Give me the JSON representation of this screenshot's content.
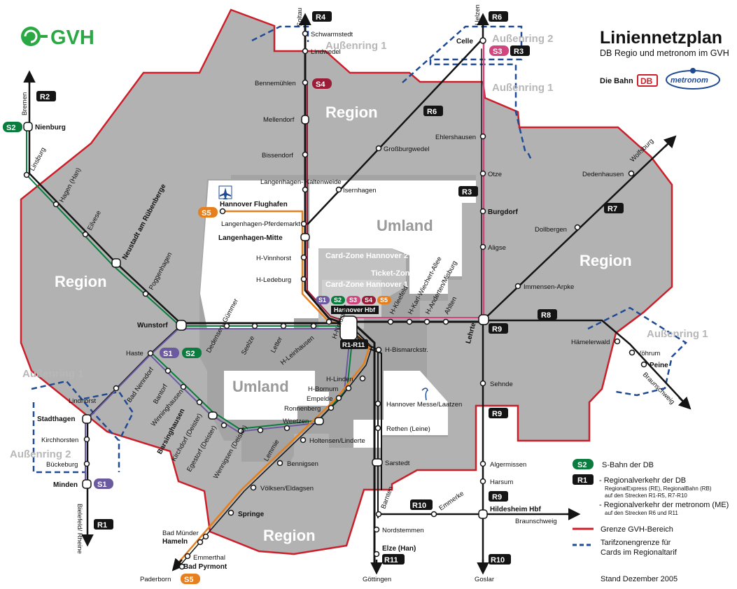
{
  "header": {
    "logo": "GVH",
    "title": "Liniennetzplan",
    "subtitle": "DB Regio und metronom im GVH",
    "partner_db": "Die Bahn",
    "db_logo": "DB",
    "metronom_logo": "metronom"
  },
  "zones": {
    "region_1": "Region",
    "region_2": "Region",
    "region_3": "Region",
    "region_4": "Region",
    "umland_1": "Umland",
    "umland_2": "Umland",
    "card_zone_2": "Card-Zone\nHannover 2",
    "ticket_zone": "Ticket-Zone\nHannover",
    "card_zone_1": "Card-Zone\nHannover 1",
    "aussenring_1": "Außenring 1",
    "aussenring_2": "Außenring 2"
  },
  "colors": {
    "region": "#b2b2b2",
    "umland": "#a6a6a6",
    "card_zone": "#c0c0c0",
    "gvh_border": "#cc1f2a",
    "tarif_border": "#1f4a94",
    "s1": "#6c5aa1",
    "s2": "#0a7c3e",
    "s3": "#d2467f",
    "s4": "#9b1c37",
    "s5": "#e6801e",
    "r_line": "#141414",
    "gvh_green": "#2aa843"
  },
  "lines": {
    "S1": "S1",
    "S2": "S2",
    "S3": "S3",
    "S4": "S4",
    "S5": "S5",
    "R1": "R1",
    "R2": "R2",
    "R3": "R3",
    "R4": "R4",
    "R6": "R6",
    "R7": "R7",
    "R8": "R8",
    "R9": "R9",
    "R10": "R10",
    "R11": "R11",
    "R1_R11": "R1-R11"
  },
  "directions": {
    "soltau": "Soltau",
    "uelzen": "Uelzen",
    "bremen": "Bremen",
    "wolfsburg": "Wolfsburg",
    "braunschweig_ne": "Braunschweig",
    "braunschweig_s": "Braunschweig",
    "bielefeld": "Bielefeld/ Rheine",
    "paderborn": "Paderborn",
    "goettingen": "Göttingen",
    "goslar": "Goslar"
  },
  "stations": {
    "schwarmstedt": "Schwarmstedt",
    "lindwedel": "Lindwedel",
    "bennemuehlen": "Bennemühlen",
    "mellendorf": "Mellendorf",
    "bissendorf": "Bissendorf",
    "kaltenweide": "Langenhagen-\nKaltenweide",
    "flughafen": "Hannover Flughafen",
    "pferdemarkt": "Langenhagen-Pferdemarkt",
    "langenhagen_mitte": "Langenhagen-Mitte",
    "vinnhorst": "H-Vinnhorst",
    "ledeburg": "H-Ledeburg",
    "isernhagen": "Isernhagen",
    "grossburgwedel": "Großburgwedel",
    "celle": "Celle",
    "ehlershausen": "Ehlershausen",
    "otze": "Otze",
    "burgdorf": "Burgdorf",
    "aligse": "Aligse",
    "dedenhausen": "Dedenhausen",
    "dollbergen": "Dollbergen",
    "immensen": "Immensen-Arpke",
    "lehrte": "Lehrte",
    "haemelerwald": "Hämelerwald",
    "vöhrum": "Vöhrum",
    "peine": "Peine",
    "sehnde": "Sehnde",
    "algermissen": "Algermissen",
    "harsum": "Harsum",
    "hildesheim": "Hildesheim Hbf",
    "emmerke": "Emmerke",
    "barnten": "Barnten",
    "nordstemmen": "Nordstemmen",
    "elze": "Elze (Han)",
    "sarstedt": "Sarstedt",
    "rethen": "Rethen (Leine)",
    "messe": "Hannover\nMesse/Laatzen",
    "bismarckstr": "H-Bismarckstr.",
    "hbf": "Hannover Hbf",
    "kleefeld": "H-Kleefeld",
    "kw_allee": "H-Karl-Wiechert-Allee",
    "anderten": "H-Anderten/Misburg",
    "ahlten": "Ahlten",
    "nordstadt": "H-Nordstadt",
    "leinhausen": "H-Leinhausen",
    "letter": "Letter",
    "seelze": "Seelze",
    "dedensen": "Dedensen-\nGümmer",
    "wunstorf": "Wunstorf",
    "poggenhagen": "Poggenhagen",
    "neustadt": "Neustadt am Rübenberge",
    "eilvese": "Eilvese",
    "hagen": "Hagen (Han)",
    "linsburg": "Linsburg",
    "nienburg": "Nienburg",
    "haste": "Haste",
    "lindhorst": "Lindhorst",
    "stadthagen": "Stadthagen",
    "kirchhorsten": "Kirchhorsten",
    "bueckeburg": "Bückeburg",
    "minden": "Minden",
    "bad_nenndorf": "Bad Nenndorf",
    "bantorf": "Bantorf",
    "winninghausen": "Winninghausen",
    "barsinghausen": "Barsinghausen",
    "kirchdorf": "Kirchdorf (Deister)",
    "egestorf": "Egestorf (Deister)",
    "wennigsen": "Wennigsen (Deister)",
    "lemmie": "Lemmie",
    "weetzen": "Weetzen",
    "linden": "H-Linden",
    "bornum": "H-Bornum",
    "empelde": "Empelde",
    "ronnenberg": "Ronnenberg",
    "holtensen": "Holtensen/Linderte",
    "bennigsen": "Bennigsen",
    "voelksen": "Völksen/Eldagsen",
    "springe": "Springe",
    "bad_muender": "Bad Münder",
    "hameln": "Hameln",
    "emmerthal": "Emmerthal",
    "bad_pyrmont": "Bad Pyrmont"
  },
  "legend": {
    "s_label": "S-Bahn der DB",
    "r_title": "- Regionalverkehr der DB",
    "r_sub1": "RegionalExpress (RE), RegionalBahn (RB)",
    "r_sub2": "auf den Strecken R1-R5, R7-R10",
    "m_title": "- Regionalverkehr der metronom (ME)",
    "m_sub": "auf den Strecken R6 und R11",
    "gvh_border": "Grenze GVH-Bereich",
    "tarif_1": "Tarifzonengrenze für",
    "tarif_2": "Cards im Regionaltarif",
    "stand": "Stand Dezember 2005"
  }
}
